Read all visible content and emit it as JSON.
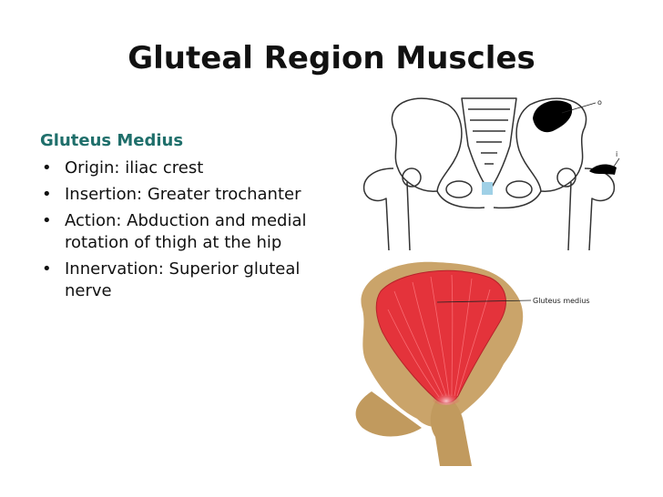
{
  "slide": {
    "title": "Gluteal Region Muscles",
    "subheading": "Gluteus Medius",
    "bullets": [
      "Origin: iliac crest",
      "Insertion: Greater trochanter",
      "Action: Abduction and medial rotation of thigh at the hip",
      "Innervation: Superior gluteal nerve"
    ]
  },
  "figure_top": {
    "label_o": "o",
    "label_i": "i"
  },
  "figure_bottom": {
    "label": "Gluteus medius"
  },
  "colors": {
    "subheading": "#1f6f6b",
    "muscle": "#e4333b",
    "bone": "#caa46a"
  }
}
